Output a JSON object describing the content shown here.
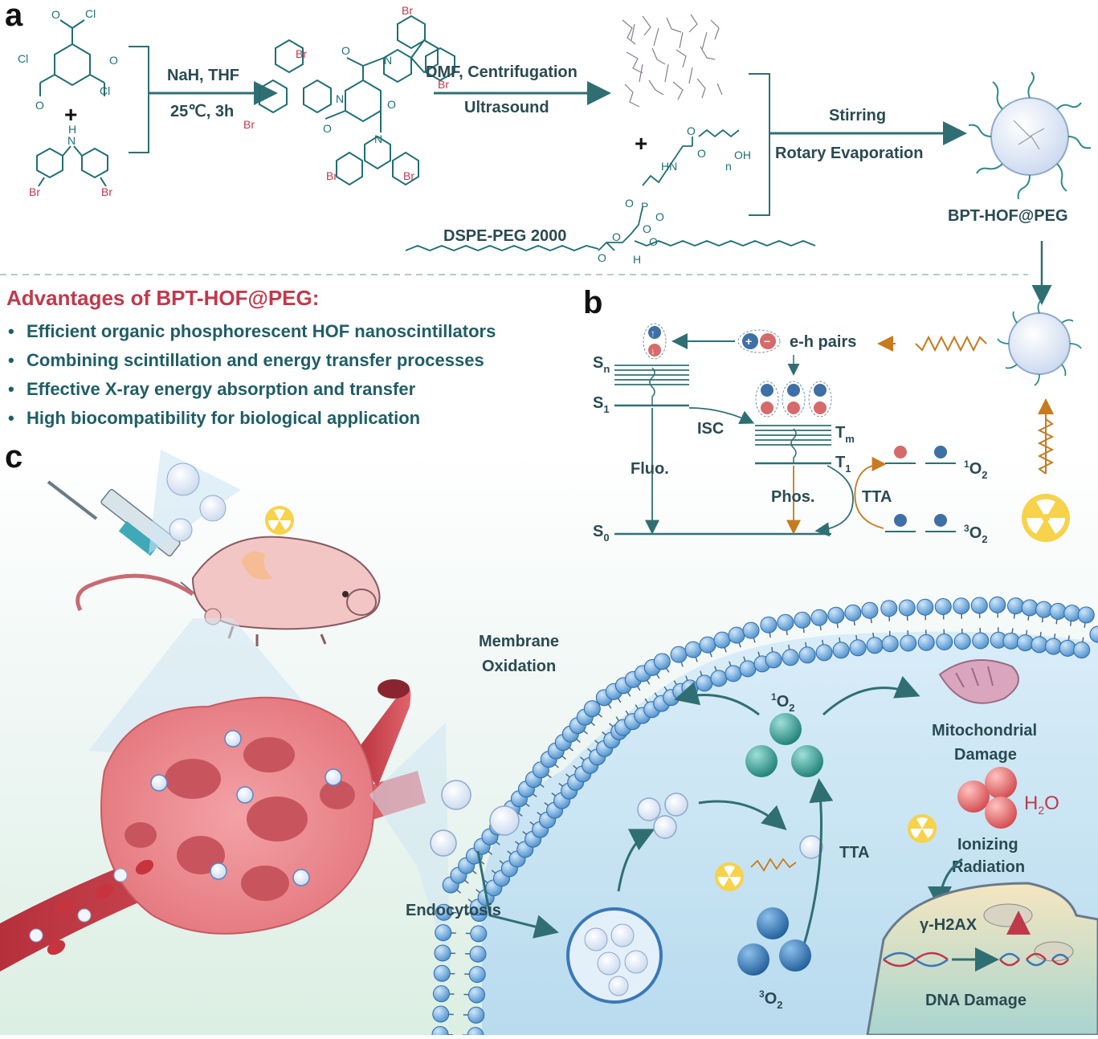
{
  "panels": {
    "a": "a",
    "b": "b",
    "c": "c"
  },
  "synthesis": {
    "step1_reagents": "NaH, THF",
    "step1_conditions": "25℃, 3h",
    "step2_top": "DMF, Centrifugation",
    "step2_bottom": "Ultrasound",
    "step3_top": "Stirring",
    "step3_bottom": "Rotary Evaporation",
    "plus": "+",
    "peg_name": "DSPE-PEG 2000",
    "product": "BPT-HOF@PEG",
    "atoms": {
      "cl": "Cl",
      "br": "Br",
      "o": "O",
      "n": "N",
      "h": "H",
      "p": "P",
      "hn": "HN",
      "oh": "OH",
      "nsub": "n"
    }
  },
  "advantages": {
    "title": "Advantages of BPT-HOF@PEG:",
    "items": [
      "Efficient organic phosphorescent HOF nanoscintillators",
      "Combining scintillation and energy transfer processes",
      "Effective X-ray energy absorption and transfer",
      "High biocompatibility for biological application"
    ],
    "bullet": "•"
  },
  "energy_diagram": {
    "eh_pairs": "e-h pairs",
    "sn": "S",
    "sn_sub": "n",
    "s1": "S",
    "s1_sub": "1",
    "s0": "S",
    "s0_sub": "0",
    "tm": "T",
    "tm_sub": "m",
    "t1": "T",
    "t1_sub": "1",
    "isc": "ISC",
    "fluo": "Fluo.",
    "phos": "Phos.",
    "tta": "TTA",
    "singlet_o2_sup": "1",
    "triplet_o2_sup": "3",
    "o2": "O",
    "o2_sub": "2"
  },
  "cell": {
    "membrane_oxidation_1": "Membrane",
    "membrane_oxidation_2": "Oxidation",
    "singlet_o2_sup": "1",
    "o2": "O",
    "o2_sub": "2",
    "triplet_o2_sup": "3",
    "mito_1": "Mitochondrial",
    "mito_2": "Damage",
    "h2o_h": "H",
    "h2o_sub": "2",
    "h2o_o": "O",
    "ionizing_1": "Ionizing",
    "ionizing_2": "Radiation",
    "tta": "TTA",
    "endocytosis": "Endocytosis",
    "gamma": "γ-H2AX",
    "dna": "DNA Damage"
  },
  "colors": {
    "teal": "#2f6f73",
    "red": "#c0394b",
    "orange": "#c77a1e",
    "membrane_blue": "#5aa0d8",
    "cytoplasm": "#cfe6f3",
    "tumor": "#e98a8f"
  }
}
